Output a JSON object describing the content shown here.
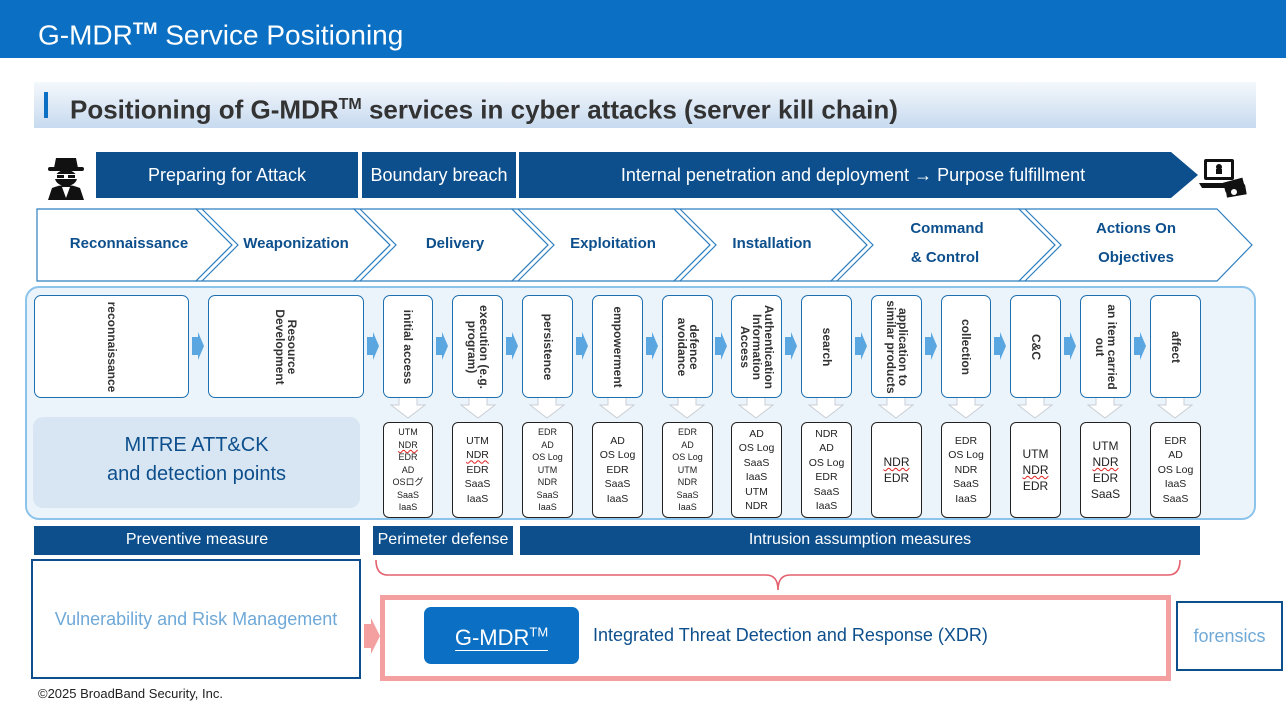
{
  "header": {
    "title": "G-MDR",
    "tm": "TM",
    "title_rest": " Service Positioning"
  },
  "subtitle": {
    "pre": "Positioning of G-MDR",
    "tm": "TM",
    "post": " services in cyber attacks (server kill chain)"
  },
  "phases": [
    "Preparing for Attack",
    "Boundary breach",
    "Internal penetration and deployment → Purpose fulfillment"
  ],
  "stages": [
    "Reconnaissance",
    "Weaponization",
    "Delivery",
    "Exploitation",
    "Installation",
    "Command",
    "& Control",
    "Actions On",
    "Objectives"
  ],
  "tactics": [
    "reconnaissance",
    "Resource\nDevelopment",
    "initial access",
    "execution (e.g.\nprogram)",
    "persistence",
    "empowerment",
    "defence\navoidance",
    "Authentication\nInformation\nAccess",
    "search",
    "application to\nsimilar products",
    "collection",
    "C&C",
    "an item carried\nout",
    "affect"
  ],
  "detections": [
    [
      "UTM",
      "NDR",
      "EDR",
      "AD",
      "OSログ",
      "SaaS",
      "IaaS"
    ],
    [
      "UTM",
      "NDR",
      "EDR",
      "SaaS",
      "IaaS"
    ],
    [
      "EDR",
      "AD",
      "OS Log",
      "UTM",
      "NDR",
      "SaaS",
      "IaaS"
    ],
    [
      "AD",
      "OS Log",
      "EDR",
      "SaaS",
      "IaaS"
    ],
    [
      "EDR",
      "AD",
      "OS Log",
      "UTM",
      "NDR",
      "SaaS",
      "IaaS"
    ],
    [
      "AD",
      "OS Log",
      "SaaS",
      "IaaS",
      "UTM",
      "NDR"
    ],
    [
      "NDR",
      "AD",
      "OS Log",
      "EDR",
      "SaaS",
      "IaaS"
    ],
    [
      "NDR",
      "EDR"
    ],
    [
      "EDR",
      "OS Log",
      "NDR",
      "SaaS",
      "IaaS"
    ],
    [
      "UTM",
      "NDR",
      "EDR"
    ],
    [
      "UTM",
      "NDR",
      "EDR",
      "SaaS"
    ],
    [
      "EDR",
      "AD",
      "OS Log",
      "IaaS",
      "SaaS"
    ]
  ],
  "mitre_label": [
    "MITRE ATT&CK",
    "and detection points"
  ],
  "categories": [
    "Preventive measure",
    "Perimeter defense",
    "Intrusion assumption measures"
  ],
  "vuln": "Vulnerability and Risk Management",
  "gmdr": {
    "label": "G-MDR",
    "tm": "TM",
    "desc": "Integrated Threat Detection and Response (XDR)"
  },
  "forensics": "forensics",
  "copyright": "©2025 BroadBand Security, Inc.",
  "colors": {
    "header_blue": "#0b70c3",
    "navy": "#0d4f8c",
    "panel_border": "#8cc3ea",
    "gmdr_border": "#f4a0a0"
  },
  "icons": [
    "hacker-icon",
    "ransom-laptop-icon"
  ]
}
